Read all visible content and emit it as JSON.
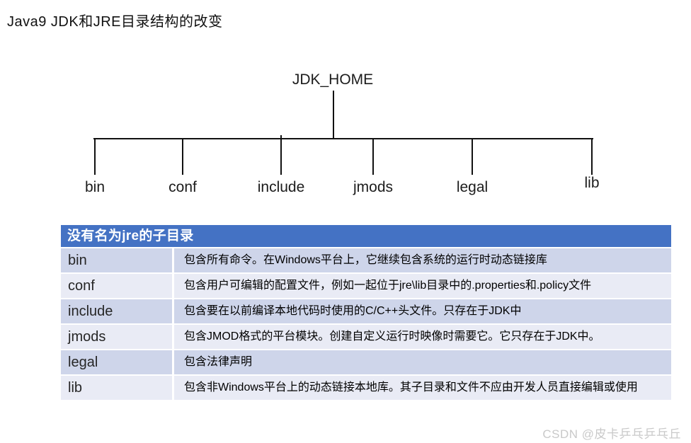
{
  "page": {
    "title": "Java9 JDK和JRE目录结构的改变"
  },
  "tree": {
    "root": "JDK_HOME",
    "children": [
      {
        "label": "bin"
      },
      {
        "label": "conf"
      },
      {
        "label": "include"
      },
      {
        "label": "jmods"
      },
      {
        "label": "legal"
      },
      {
        "label": "lib"
      }
    ]
  },
  "table": {
    "header": "没有名为jre的子目录",
    "rows": [
      {
        "dir": "bin",
        "desc": "包含所有命令。在Windows平台上，它继续包含系统的运行时动态链接库"
      },
      {
        "dir": "conf",
        "desc": "包含用户可编辑的配置文件，例如一起位于jre\\lib目录中的.properties和.policy文件"
      },
      {
        "dir": "include",
        "desc": "包含要在以前编译本地代码时使用的C/C++头文件。只存在于JDK中"
      },
      {
        "dir": "jmods",
        "desc": "包含JMOD格式的平台模块。创建自定义运行时映像时需要它。它只存在于JDK中。"
      },
      {
        "dir": "legal",
        "desc": "包含法律声明"
      },
      {
        "dir": "lib",
        "desc": "包含非Windows平台上的动态链接本地库。其子目录和文件不应由开发人员直接编辑或使用"
      }
    ]
  },
  "watermark": "CSDN @皮卡乒乓乒乓丘",
  "colors": {
    "header_bg": "#4472C4",
    "band_dark": "#CED5EA",
    "band_light": "#E9EBF5",
    "line_color": "#111111",
    "watermark_color": "#C9C9C9"
  }
}
